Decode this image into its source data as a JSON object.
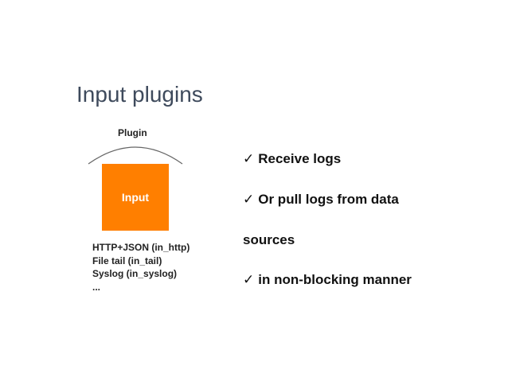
{
  "title": "Input plugins",
  "diagram": {
    "plugin_label": "Plugin",
    "input_label": "Input",
    "input_color": "#ff7f00",
    "sources": [
      "HTTP+JSON (in_http)",
      "File tail (in_tail)",
      "Syslog (in_syslog)",
      "..."
    ]
  },
  "bullets": {
    "check_glyph": "✓",
    "line1": "Receive logs",
    "line2": "Or pull logs from data",
    "line3": "sources",
    "line4": "in non-blocking manner"
  }
}
